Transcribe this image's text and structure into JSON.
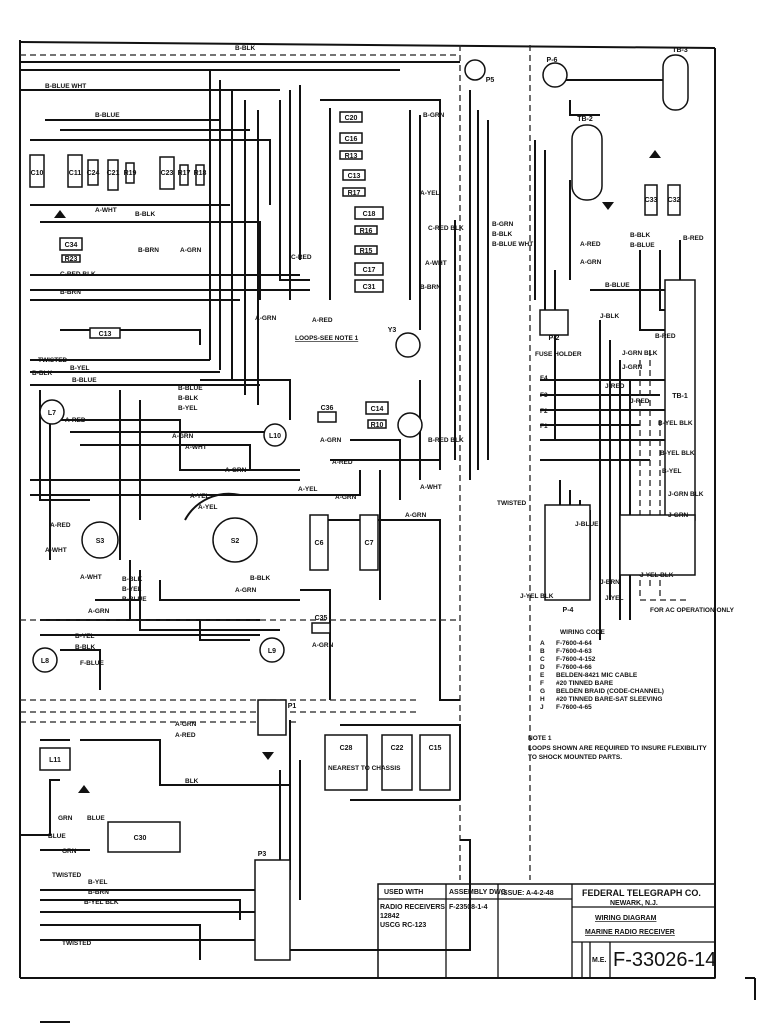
{
  "components": [
    "C10",
    "C11",
    "C24",
    "C21",
    "R19",
    "C23",
    "R17",
    "R18",
    "C34",
    "R23",
    "C20",
    "C16",
    "R13",
    "C13",
    "R17",
    "C18",
    "R16",
    "R15",
    "C17",
    "C31",
    "C13",
    "L7",
    "L10",
    "C36",
    "C14",
    "R10",
    "Y3",
    "S3",
    "S2",
    "C6",
    "C7",
    "C35",
    "L9",
    "L8",
    "L11",
    "C30",
    "P3",
    "P1",
    "P5",
    "P-6",
    "TB-3",
    "TB-2",
    "C33",
    "C32",
    "P-2",
    "P-4",
    "TB-1",
    "F4",
    "F3",
    "F2",
    "F1",
    "C28",
    "C22",
    "C15",
    "NEAREST TO CHASSIS"
  ],
  "wire_labels": [
    "B-BLK",
    "B-BLUE WHT",
    "B-BLUE",
    "A-WHT",
    "B-BLK",
    "B-BRN",
    "A-GRN",
    "C-RED BLK",
    "B-BRN",
    "B-GRN",
    "A-YEL",
    "C-RED BLK",
    "B-GRN",
    "B-BLK",
    "B-BLUE WHT",
    "C-RED",
    "A-WHT",
    "B-BRN",
    "A-RED",
    "A-GRN",
    "TWISTED",
    "B-BLK",
    "B-YEL",
    "B-BLUE",
    "A-RED",
    "B-BLUE",
    "B-BLK",
    "B-YEL",
    "A-GRN",
    "A-WHT",
    "A-GRN",
    "B-RED BLK",
    "A-RED",
    "A-GRN",
    "A-YEL",
    "A-GRN",
    "A-WHT",
    "A-RED",
    "A-WHT",
    "A-WHT",
    "A-YEL",
    "A-YEL",
    "A-GRN",
    "B-BLK",
    "B-YEL",
    "B-BLUE",
    "A-GRN",
    "A-GRN",
    "B-BLK",
    "A-GRN",
    "B-YEL",
    "B-BLK",
    "F-BLUE",
    "A-GRN",
    "A-RED",
    "BLK",
    "GRN",
    "BLUE",
    "BLUE",
    "GRN",
    "TWISTED",
    "B-YEL",
    "B-BRN",
    "B-YEL BLK",
    "TWISTED",
    "A-RED",
    "A-GRN",
    "B-BLUE",
    "B-BLK",
    "B-BLUE",
    "B-RED",
    "J-BLK",
    "B-RED",
    "J-GRN BLK",
    "J-GRN",
    "J-RED",
    "J-RED",
    "B-YEL BLK",
    "B-YEL BLK",
    "B-YEL",
    "J-GRN BLK",
    "J-GRN",
    "J-BLUE",
    "J-BRN",
    "J-YEL BLK",
    "J-YEL",
    "J-YEL BLK",
    "TWISTED",
    "FUSE HOLDER",
    "FOR AC OPERATION ONLY"
  ],
  "loops_note": "LOOPS-SEE NOTE 1",
  "wiring_code": {
    "title": "WIRING CODE",
    "entries": [
      {
        "code": "A",
        "desc": "F-7600-4-64"
      },
      {
        "code": "B",
        "desc": "F-7600-4-63"
      },
      {
        "code": "C",
        "desc": "F-7600-4-152"
      },
      {
        "code": "D",
        "desc": "F-7600-4-66"
      },
      {
        "code": "E",
        "desc": "BELDEN-8421 MIC CABLE"
      },
      {
        "code": "F",
        "desc": "#20 TINNED BARE"
      },
      {
        "code": "G",
        "desc": "BELDEN BRAID (CODE-CHANNEL)"
      },
      {
        "code": "H",
        "desc": "#20 TINNED BARE-SAT SLEEVING"
      },
      {
        "code": "J",
        "desc": "F-7600-4-65"
      }
    ]
  },
  "note": {
    "title": "NOTE 1",
    "line1": "LOOPS SHOWN ARE REQUIRED TO INSURE FLEXIBILITY",
    "line2": "TO SHOCK MOUNTED PARTS."
  },
  "title_block": {
    "used_with_header": "USED WITH",
    "assembly_header": "ASSEMBLY DWG",
    "issue_header": "ISSUE: A-4-2-48",
    "used_with_1": "RADIO RECEIVERS",
    "used_with_2": "12842",
    "used_with_3": "USCG RC-123",
    "assembly_dwg": "F-23508-1-4",
    "company": "FEDERAL TELEGRAPH CO.",
    "city": "NEWARK, N.J.",
    "title1": "WIRING DIAGRAM",
    "title2": "MARINE RADIO RECEIVER",
    "engineer": "M.E.",
    "drawing_number": "F-33026-14"
  }
}
